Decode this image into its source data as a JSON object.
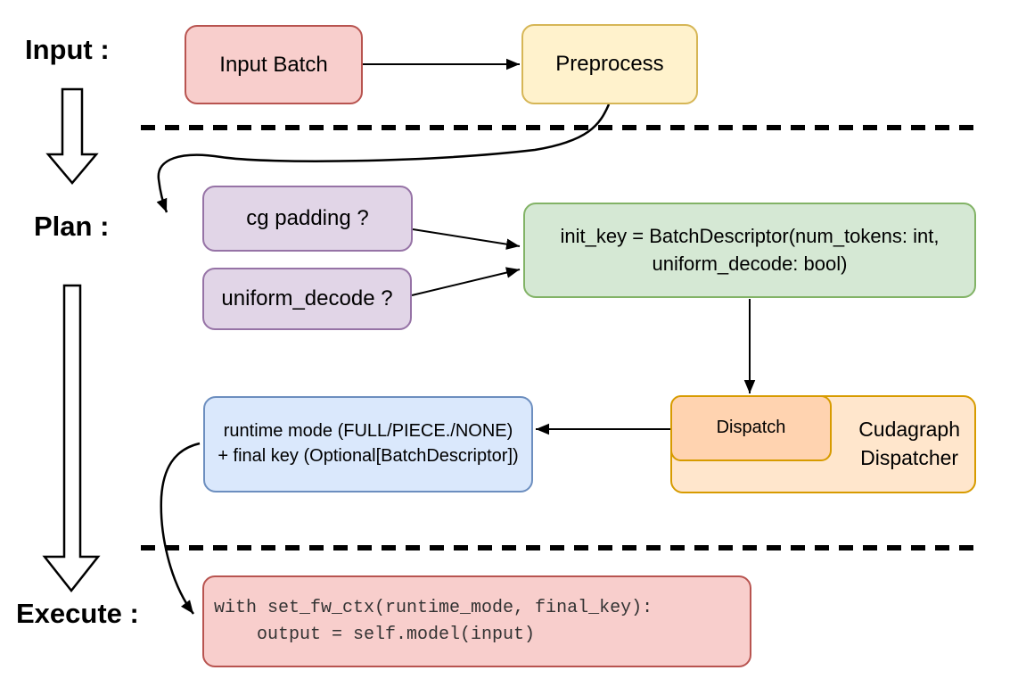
{
  "labels": {
    "input": "Input :",
    "plan": "Plan :",
    "execute": "Execute :"
  },
  "nodes": {
    "input_batch": {
      "label": "Input Batch",
      "fill": "#f8cecc",
      "border": "#b85450"
    },
    "preprocess": {
      "label": "Preprocess",
      "fill": "#fff2cc",
      "border": "#d6b656"
    },
    "cg_padding": {
      "label": "cg padding ?",
      "fill": "#e1d5e7",
      "border": "#9673a6"
    },
    "uniform_decode": {
      "label": "uniform_decode ?",
      "fill": "#e1d5e7",
      "border": "#9673a6"
    },
    "init_key": {
      "line1": "init_key = BatchDescriptor(num_tokens: int,",
      "line2": "uniform_decode: bool)",
      "fill": "#d5e8d4",
      "border": "#82b366"
    },
    "dispatch": {
      "label": "Dispatch",
      "fill": "#ffd3b0",
      "border": "#d79b00"
    },
    "cudagraph_dispatcher": {
      "line1": "Cudagraph",
      "line2": "Dispatcher",
      "fill": "#ffe6cc",
      "border": "#d79b00"
    },
    "runtime_mode": {
      "line1": "runtime mode (FULL/PIECE./NONE)",
      "line2": "+ final key (Optional[BatchDescriptor])",
      "fill": "#dae8fc",
      "border": "#6c8ebf"
    },
    "execute_code": {
      "line1": "with set_fw_ctx(runtime_mode, final_key):",
      "line2": "    output = self.model(input)",
      "fill": "#f8cecc",
      "border": "#b85450"
    }
  },
  "connections": [
    {
      "from": "input_batch",
      "to": "preprocess"
    },
    {
      "from": "preprocess",
      "to": "cg_padding"
    },
    {
      "from": "cg_padding",
      "to": "init_key"
    },
    {
      "from": "uniform_decode",
      "to": "init_key"
    },
    {
      "from": "init_key",
      "to": "dispatch"
    },
    {
      "from": "dispatch",
      "to": "runtime_mode"
    },
    {
      "from": "runtime_mode",
      "to": "execute_code"
    }
  ]
}
